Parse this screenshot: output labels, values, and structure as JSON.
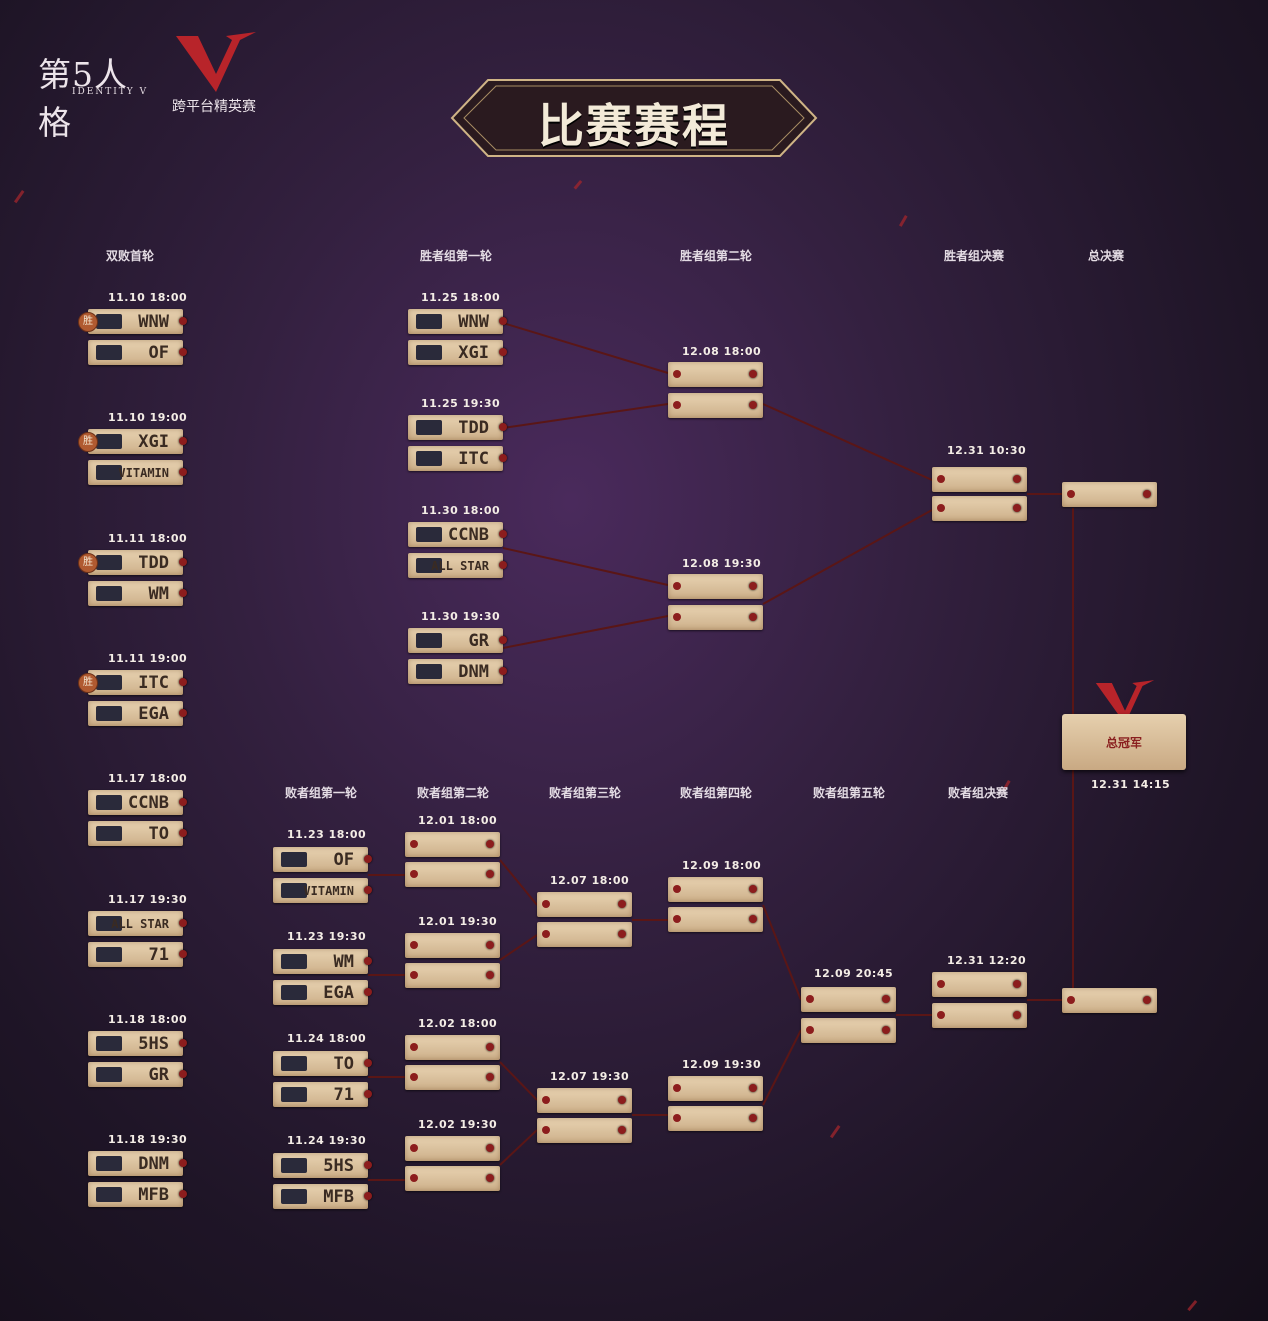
{
  "brand": {
    "game_logo_text_main": "第5人格",
    "game_logo_text_sub": "IDENTITY V",
    "event_logo_text": "跨平台精英赛"
  },
  "title": "比赛赛程",
  "columns": {
    "double_elim_first": "双败首轮",
    "winners_r1": "胜者组第一轮",
    "winners_r2": "胜者组第二轮",
    "winners_final": "胜者组决赛",
    "grand_final": "总决赛",
    "losers_r1": "败者组第一轮",
    "losers_r2": "败者组第二轮",
    "losers_r3": "败者组第三轮",
    "losers_r4": "败者组第四轮",
    "losers_r5": "败者组第五轮",
    "losers_final": "败者组决赛"
  },
  "win_badge": "胜",
  "first_round": [
    {
      "time": "11.10 18:00",
      "a": "WNW",
      "b": "OF"
    },
    {
      "time": "11.10 19:00",
      "a": "XGI",
      "b": "VITAMIN"
    },
    {
      "time": "11.11 18:00",
      "a": "TDD",
      "b": "WM"
    },
    {
      "time": "11.11 19:00",
      "a": "ITC",
      "b": "EGA"
    },
    {
      "time": "11.17 18:00",
      "a": "CCNB",
      "b": "TO"
    },
    {
      "time": "11.17 19:30",
      "a": "ALL STAR",
      "b": "71"
    },
    {
      "time": "11.18 18:00",
      "a": "5HS",
      "b": "GR"
    },
    {
      "time": "11.18 19:30",
      "a": "DNM",
      "b": "MFB"
    }
  ],
  "winners_r1": [
    {
      "time": "11.25 18:00",
      "a": "WNW",
      "b": "XGI"
    },
    {
      "time": "11.25 19:30",
      "a": "TDD",
      "b": "ITC"
    },
    {
      "time": "11.30 18:00",
      "a": "CCNB",
      "b": "ALL STAR"
    },
    {
      "time": "11.30 19:30",
      "a": "GR",
      "b": "DNM"
    }
  ],
  "winners_r2": [
    {
      "time": "12.08 18:00"
    },
    {
      "time": "12.08 19:30"
    }
  ],
  "winners_final": {
    "time": "12.31 10:30"
  },
  "champion": {
    "label": "总冠军",
    "time": "12.31 14:15"
  },
  "losers_r1": [
    {
      "time": "11.23 18:00",
      "a": "OF",
      "b": "VITAMIN"
    },
    {
      "time": "11.23 19:30",
      "a": "WM",
      "b": "EGA"
    },
    {
      "time": "11.24 18:00",
      "a": "TO",
      "b": "71"
    },
    {
      "time": "11.24 19:30",
      "a": "5HS",
      "b": "MFB"
    }
  ],
  "losers_r2": [
    {
      "time": "12.01 18:00"
    },
    {
      "time": "12.01 19:30"
    },
    {
      "time": "12.02 18:00"
    },
    {
      "time": "12.02 19:30"
    }
  ],
  "losers_r3": [
    {
      "time": "12.07 18:00"
    },
    {
      "time": "12.07 19:30"
    }
  ],
  "losers_r4": [
    {
      "time": "12.09 18:00"
    },
    {
      "time": "12.09 19:30"
    }
  ],
  "losers_r5": {
    "time": "12.09 20:45"
  },
  "losers_final": {
    "time": "12.31 12:20"
  },
  "colors": {
    "card": "#dcc3a0",
    "line": "#6b1c1c",
    "accent": "#c0282d"
  }
}
